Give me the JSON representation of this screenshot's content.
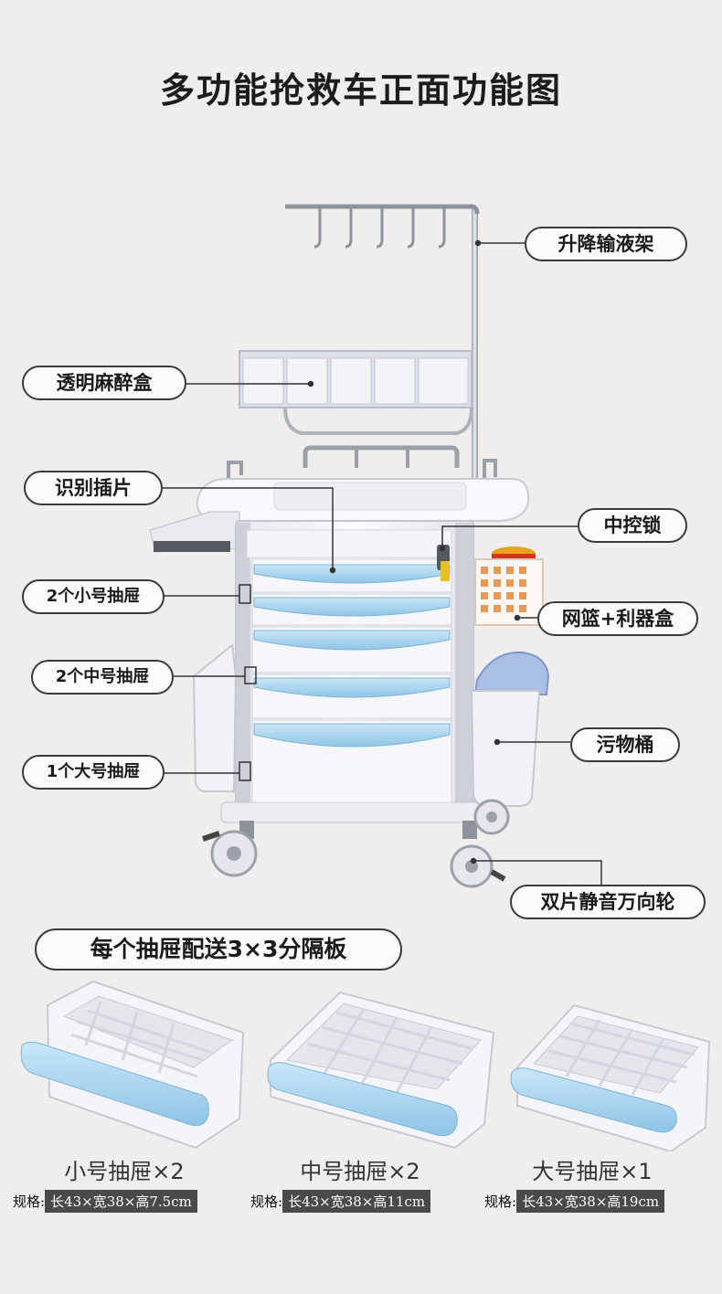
{
  "title": "多功能抢救车正面功能图",
  "callouts": {
    "iv_pole": "升降输液架",
    "anesthesia_box": "透明麻醉盒",
    "id_insert": "识别插片",
    "central_lock": "中控锁",
    "small_drawers": "2个小号抽屉",
    "basket": "网篮+利器盒",
    "medium_drawers": "2个中号抽屉",
    "waste_bin": "污物桶",
    "large_drawer": "1个大号抽屉",
    "casters": "双片静音万向轮"
  },
  "section_title": "每个抽屉配送3×3分隔板",
  "drawers": [
    {
      "label": "小号抽屉×2",
      "spec_key": "规格:",
      "spec_value": "长43×宽38×高7.5cm"
    },
    {
      "label": "中号抽屉×2",
      "spec_key": "规格:",
      "spec_value": "长43×宽38×高11cm"
    },
    {
      "label": "大号抽屉×1",
      "spec_key": "规格:",
      "spec_value": "长43×宽38×高19cm"
    }
  ],
  "colors": {
    "background": "#efeeec",
    "drawer_handle": "#a9d4ee",
    "cart_body": "#f4f5f8",
    "basket": "#e59a5a",
    "sharps_box": "#e7a21e",
    "spec_bg": "#4a4a4a"
  }
}
